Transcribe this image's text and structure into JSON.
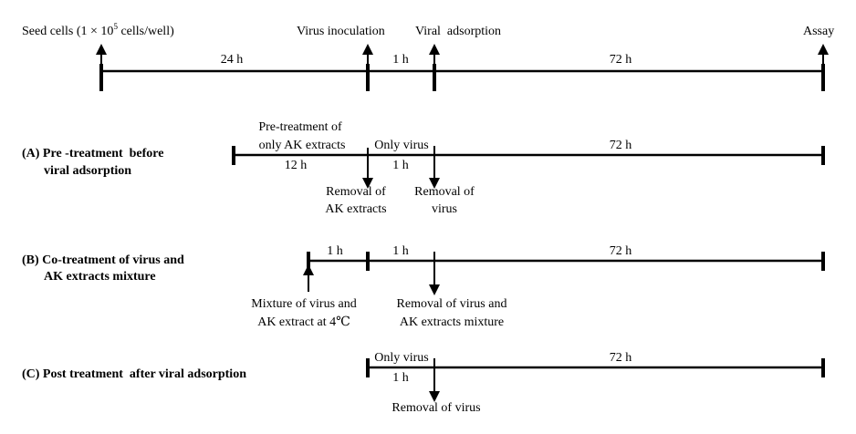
{
  "top": {
    "seed_pre": "Seed cells (1 × 10",
    "seed_sup": "5",
    "seed_post": " cells/well)",
    "virus_inoculation": "Virus inoculation",
    "viral_adsorption": "Viral  adsorption",
    "assay": "Assay",
    "d1": "24 h",
    "d2": "1 h",
    "d3": "72 h"
  },
  "a": {
    "label_line1": "(A) Pre -treatment  before",
    "label_line2": "viral adsorption",
    "pre_line1": "Pre-treatment of",
    "pre_line2": "only AK extracts",
    "only_virus": "Only virus",
    "d1": "12 h",
    "d2": "1 h",
    "d3": "72 h",
    "rem_ak_line1": "Removal of",
    "rem_ak_line2": "AK extracts",
    "rem_v_line1": "Removal of",
    "rem_v_line2": "virus"
  },
  "b": {
    "label_line1": "(B) Co-treatment of virus and",
    "label_line2": "AK extracts mixture",
    "d1": "1 h",
    "d2": "1 h",
    "d3": "72 h",
    "mix_line1": "Mixture of virus and",
    "mix_line2": "AK extract at 4℃",
    "rem_line1": "Removal of virus and",
    "rem_line2": "AK extracts mixture"
  },
  "c": {
    "label": "(C) Post treatment  after viral adsorption",
    "only_virus": "Only virus",
    "d1": "1 h",
    "d2": "72 h",
    "removal": "Removal of virus"
  }
}
